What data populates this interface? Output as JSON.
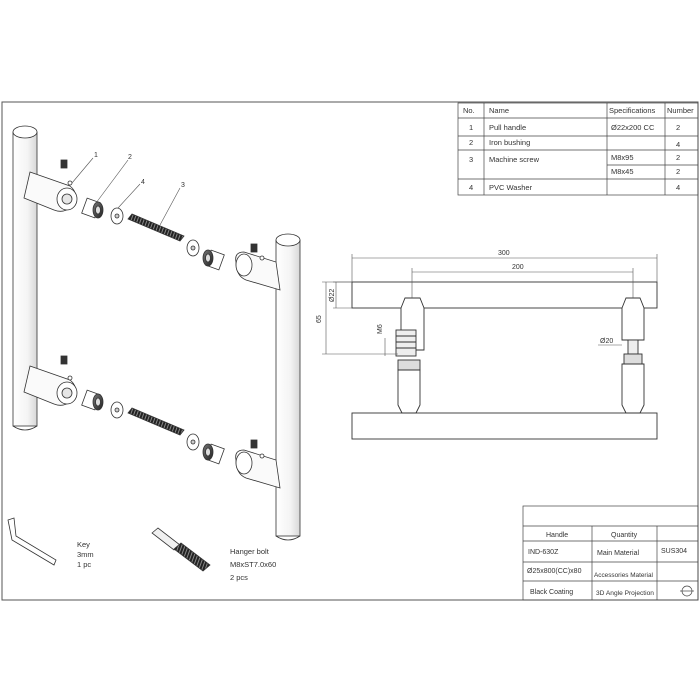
{
  "parts_table": {
    "headers": {
      "no": "No.",
      "name": "Name",
      "spec": "Specifications",
      "number": "Number"
    },
    "rows": [
      {
        "no": "1",
        "name": "Pull handle",
        "specs": [
          "Ø22x200 CC"
        ],
        "numbers": [
          "2"
        ]
      },
      {
        "no": "2",
        "name": "Iron bushing",
        "specs": [
          ""
        ],
        "numbers": [
          "4"
        ]
      },
      {
        "no": "3",
        "name": "Machine screw",
        "specs": [
          "M8x95",
          "M8x45"
        ],
        "numbers": [
          "2",
          "2"
        ]
      },
      {
        "no": "4",
        "name": "PVC Washer",
        "specs": [
          ""
        ],
        "numbers": [
          "4"
        ]
      }
    ]
  },
  "callouts": [
    "1",
    "2",
    "3",
    "4"
  ],
  "key_note": {
    "line1": "Key",
    "line2": "3mm",
    "line3": "1 pc"
  },
  "hanger_note": {
    "line1": "Hanger bolt",
    "line2": "M8xST7.0x60",
    "line3": "2 pcs"
  },
  "dimensions": {
    "overall_length": "300",
    "center_distance": "200",
    "bar_diameter": "Ø22",
    "height": "65",
    "thread": "M6",
    "post_diameter": "Ø20"
  },
  "title_block": {
    "handle_label": "Handle",
    "quantity_label": "Quantity",
    "model": "IND-630Z",
    "main_material_label": "Main Material",
    "main_material": "SUS304",
    "size": "Ø25x800(CC)x80",
    "accessories_label": "Accessories Material",
    "finish": "Black Coating",
    "projection": "3D Angle Projection"
  },
  "colors": {
    "line": "#333333",
    "frame": "#555555"
  }
}
